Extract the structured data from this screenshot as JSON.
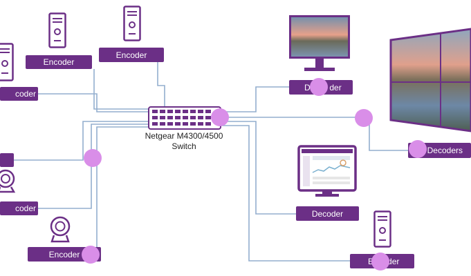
{
  "colors": {
    "accent": "#6b2f86",
    "line": "#93aece",
    "marker": "#d98ee8",
    "label_text": "#ffffff"
  },
  "switch": {
    "name": "Netgear M4300/4500",
    "type": "Switch",
    "icon": "network-switch-icon"
  },
  "encoders": [
    {
      "label": "Encoder",
      "icon": "tower-pc-icon"
    },
    {
      "label": "Encoder",
      "icon": "tower-pc-icon"
    },
    {
      "label": "coder",
      "icon": "tower-pc-icon"
    },
    {
      "label": "",
      "icon": "camera-icon"
    },
    {
      "label": "coder",
      "icon": "camera-icon"
    },
    {
      "label": "Encoder",
      "icon": "webcam-icon"
    }
  ],
  "decoders": [
    {
      "label": "De",
      "suffix": "der",
      "icon": "monitor-icon"
    },
    {
      "label": "Decoders",
      "icon": "video-wall-icon"
    },
    {
      "label": "Decoder",
      "icon": "dashboard-monitor-icon"
    },
    {
      "label": "E",
      "suffix": "der",
      "icon": "tower-pc-icon"
    }
  ]
}
